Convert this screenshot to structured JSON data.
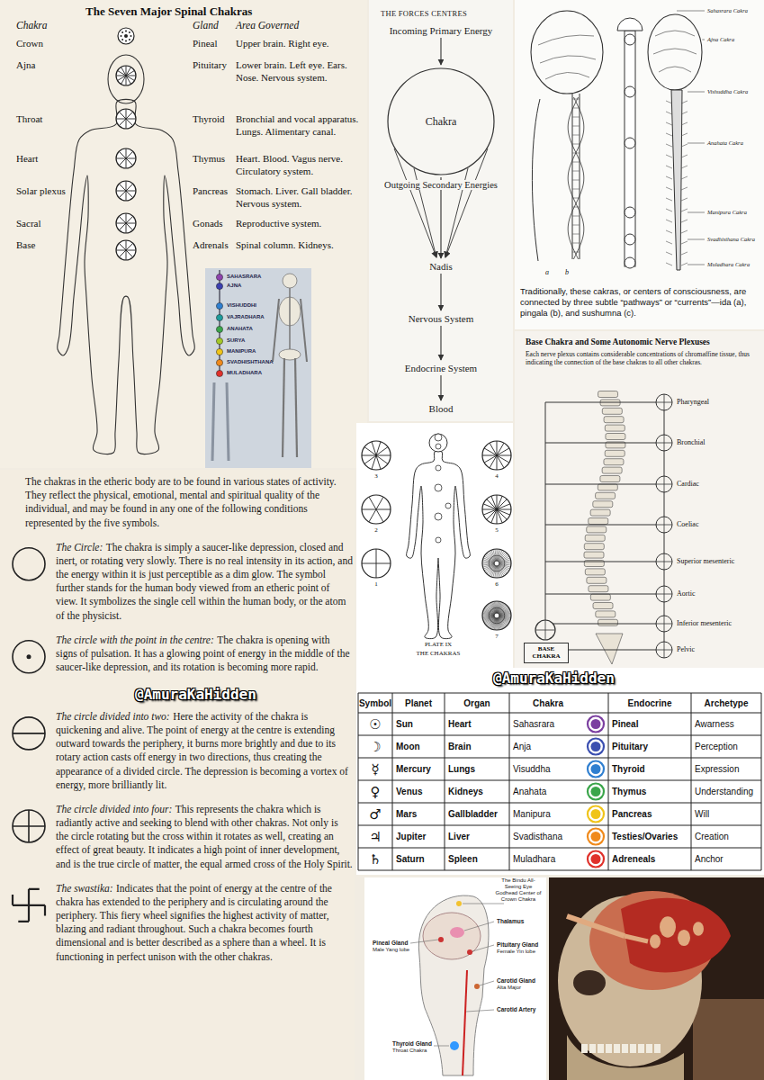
{
  "diagram": {
    "nodes": [
      {
        "text": [
          "Incoming Primary Energy"
        ]
      },
      {
        "text": [
          "Chakra"
        ]
      },
      {
        "text": [
          "Nadis"
        ]
      },
      {
        "text": [
          "Nervous System"
        ]
      },
      {
        "text": [
          "Endocrine System"
        ]
      },
      {
        "text": [
          "Blood"
        ]
      },
      {
        "text": [
          "BASE CHAKRA"
        ]
      }
    ],
    "edges": [
      {
        "from": 0,
        "to": 1,
        "arrow": "to"
      },
      {
        "from": 1,
        "to": 2,
        "arrow": "to"
      },
      {
        "from": 2,
        "to": 3,
        "arrow": "to"
      },
      {
        "from": 3,
        "to": 4,
        "arrow": "to"
      },
      {
        "from": 4,
        "to": 5,
        "arrow": "to"
      }
    ],
    "labels": [
      "The Seven Major Spinal Chakras",
      "Chakra",
      "Gland",
      "Area Governed",
      "Crown",
      "Pineal",
      "Upper brain. Right eye.",
      "Ajna",
      "Pituitary",
      "Lower brain. Left eye. Ears. Nose. Nervous system.",
      "Throat",
      "Thyroid",
      "Bronchial and vocal apparatus. Lungs. Alimentary canal.",
      "Heart",
      "Thymus",
      "Heart. Blood. Vagus nerve. Circulatory system.",
      "Solar plexus",
      "Pancreas",
      "Stomach. Liver. Gall bladder. Nervous system.",
      "Sacral",
      "Gonads",
      "Reproductive system.",
      "Base",
      "Adrenals",
      "Spinal column. Kidneys.",
      "SAHASRARA",
      "AJNA",
      "VISHUDDHI",
      "VAJRADHARA",
      "ANAHATA",
      "SURYA",
      "MANIPURA",
      "SVADHISHTHANA",
      "MULADHARA",
      "THE FORCES CENTRES",
      "Outgoing Secondary Energies",
      "Sahasrara Cakra",
      "Ajna Cakra",
      "Vishuddha Cakra",
      "Anahata Cakra",
      "Manipura Cakra",
      "Svadhisthana Cakra",
      "Muladhara Cakra",
      "a",
      "b",
      "Traditionally, these cakras, or centers of consciousness, are connected by three subtle “pathways” or “currents”—ida (a), pingala (b), and sushumna (c).",
      "Base Chakra and Some Autonomic Nerve Plexuses",
      "Each nerve plexus contains considerable concentrations of chromaffine tissue, thus indicating the connection of the base chakras to all other chakras.",
      "Pharyngeal",
      "Bronchial",
      "Cardiac",
      "Coeliac",
      "Superior mesenteric",
      "Aortic",
      "Inferior mesenteric",
      "Pelvic",
      "The chakras in the etheric body are to be found in various states of activity. They reflect the physical, emotional, mental and spiritual quality of the individual, and may be found in any one of the following conditions represented by the five symbols.",
      "The Circle:",
      "The chakra is simply a saucer-like depression, closed and inert, or rotating very slowly. There is no real intensity in its action, and the energy within it is just perceptible as a dim glow. The symbol further stands for the human body viewed from an etheric point of view. It symbolizes the single cell within the human body, or the atom of the physicist.",
      "The circle with the point in the centre:",
      "The chakra is opening with signs of pulsation. It has a glowing point of energy in the middle of the saucer-like depression, and its rotation is becoming more rapid.",
      "The circle divided into two:",
      "Here the activity of the chakra is quickening and alive. The point of energy at the centre is extending outward towards the periphery, it burns more brightly and due to its rotary action casts off energy in two directions, thus creating the appearance of a divided circle. The depression is becoming a vortex of energy, more brilliantly lit.",
      "The circle divided into four:",
      "This represents the chakra which is radiantly active and seeking to blend with other chakras. Not only is the circle rotating but the cross within it rotates as well, creating an effect of great beauty. It indicates a high point of inner development, and is the true circle of matter, the equal armed cross of the Holy Spirit.",
      "The swastika:",
      "Indicates that the point of energy at the centre of the chakra has extended to the periphery and is circulating around the periphery. This fiery wheel signifies the highest activity of matter, blazing and radiant throughout. Such a chakra becomes fourth dimensional and is better described as a sphere than a wheel. It is functioning in perfect unison with the other chakras.",
      "3",
      "4",
      "2",
      "5",
      "1",
      "6",
      "7",
      "PLATE IX",
      "THE CHAKRAS",
      "@AmuraKaHidden",
      "@AmuraKaHidden",
      "Symbol",
      "Planet",
      "Organ",
      "Chakra",
      "Endocrine",
      "Archetype",
      "☉",
      "Sun",
      "Heart",
      "Sahasrara",
      "Pineal",
      "Awarness",
      "☽",
      "Moon",
      "Brain",
      "Anja",
      "Pituitary",
      "Perception",
      "☿",
      "Mercury",
      "Lungs",
      "Visuddha",
      "Thyroid",
      "Expression",
      "♀",
      "Venus",
      "Kidneys",
      "Anahata",
      "Thymus",
      "Understanding",
      "♂",
      "Mars",
      "Gallbladder",
      "Manipura",
      "Pancreas",
      "Will",
      "♃",
      "Jupiter",
      "Liver",
      "Svadisthana",
      "Testies/Ovaries",
      "Creation",
      "♄",
      "Saturn",
      "Spleen",
      "Muladhara",
      "Adreneals",
      "Anchor",
      "The Bindu All-Seeing Eye Godhead Center of Crown Chakra",
      "Thalamus",
      "Pineal Gland",
      "Male Yang lobe",
      "Pituitary Gland",
      "Female Yin lobe",
      "Carotid Gland",
      "Alta Major",
      "Carotid Artery",
      "Thyroid Gland",
      "Throat Chakra"
    ]
  }
}
